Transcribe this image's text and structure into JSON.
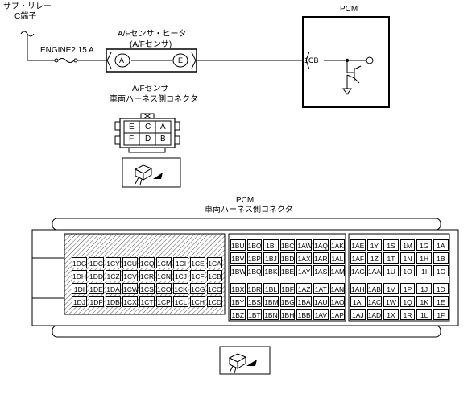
{
  "wiring": {
    "relay_label_line1": "サブ・リレー",
    "relay_label_line2": "C端子",
    "fuse_label": "ENGINE2 15 A",
    "sensor_title_line1": "A/Fセンサ・ヒータ",
    "sensor_title_line2": "(A/Fセンサ)",
    "pin_a": "A",
    "pin_e": "E",
    "pcm_label": "PCM",
    "pcm_pin": "1CB"
  },
  "sensor_connector": {
    "title_line1": "A/Fセンサ",
    "title_line2": "車両ハーネス側コネクタ",
    "top_row": [
      "E",
      "C",
      "A"
    ],
    "bottom_row": [
      "F",
      "D",
      "B"
    ]
  },
  "pcm_connector": {
    "title_line1": "PCM",
    "title_line2": "車両ハーネス側コネクタ",
    "left_block": [
      [
        "1DG",
        "1DC",
        "1CY",
        "1CU",
        "1CQ",
        "1CM",
        "1CI",
        "1CE",
        "1CA"
      ],
      [
        "1DH",
        "1DD",
        "1CZ",
        "1CV",
        "1CR",
        "1CN",
        "1CJ",
        "1CF",
        "1CB"
      ],
      [
        "1DI",
        "1DE",
        "1DA",
        "1CW",
        "1CS",
        "1CO",
        "1CK",
        "1CG",
        "1CC"
      ],
      [
        "1DJ",
        "1DF",
        "1DB",
        "1CX",
        "1CT",
        "1CP",
        "1CL",
        "1CH",
        "1CD"
      ]
    ],
    "middle_block": [
      [
        "1BU",
        "1BO",
        "1BI",
        "1BC",
        "1AW",
        "1AQ",
        "1AK"
      ],
      [
        "1BV",
        "1BP",
        "1BJ",
        "1BD",
        "1AX",
        "1AR",
        "1AL"
      ],
      [
        "1BW",
        "1BQ",
        "1BK",
        "1BE",
        "1AY",
        "1AS",
        "1AM"
      ],
      [
        "1BX",
        "1BR",
        "1BL",
        "1BF",
        "1AZ",
        "1AT",
        "1AN"
      ],
      [
        "1BY",
        "1BS",
        "1BM",
        "1BG",
        "1BA",
        "1AU",
        "1AO"
      ],
      [
        "1BZ",
        "1BT",
        "1BN",
        "1BH",
        "1BB",
        "1AV",
        "1AP"
      ]
    ],
    "right_block": [
      [
        "1AE",
        "1Y",
        "1S",
        "1M",
        "1G",
        "1A"
      ],
      [
        "1AF",
        "1Z",
        "1T",
        "1N",
        "1H",
        "1B"
      ],
      [
        "1AG",
        "1AA",
        "1U",
        "1O",
        "1I",
        "1C"
      ],
      [
        "1AH",
        "1AB",
        "1V",
        "1P",
        "1J",
        "1D"
      ],
      [
        "1AI",
        "1AC",
        "1W",
        "1Q",
        "1K",
        "1E"
      ],
      [
        "1AJ",
        "1AD",
        "1X",
        "1R",
        "1L",
        "1F"
      ]
    ]
  },
  "colors": {
    "line": "#000000",
    "hatch": "#555555"
  }
}
